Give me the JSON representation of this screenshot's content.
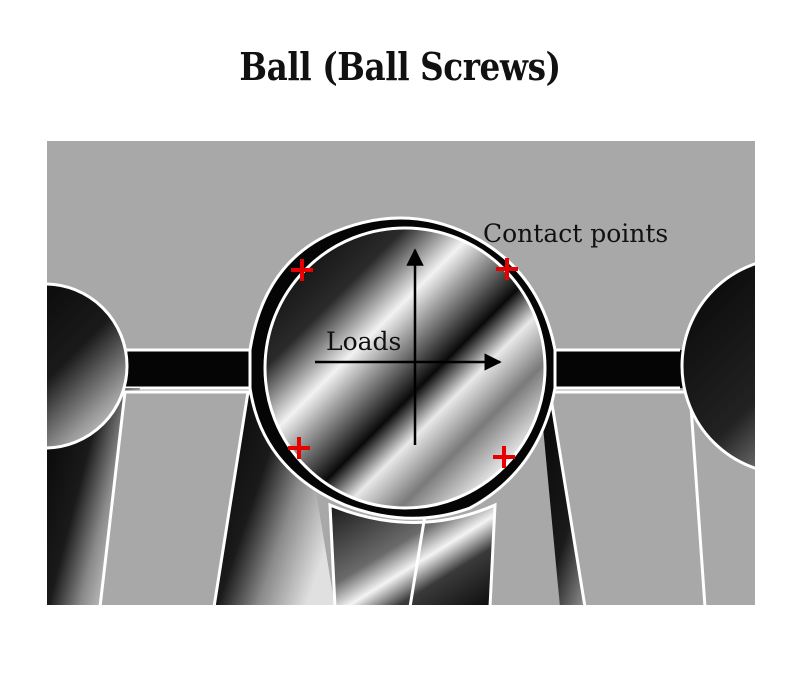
{
  "title": "Ball (Ball Screws)",
  "labels": {
    "contact_points": "Contact points",
    "loads": "Loads"
  },
  "colors": {
    "background_panel": "#a8a8a8",
    "steel_dark": "#050505",
    "outline": "#ffffff",
    "contact_marker": "#e60000",
    "arrow": "#000000"
  }
}
